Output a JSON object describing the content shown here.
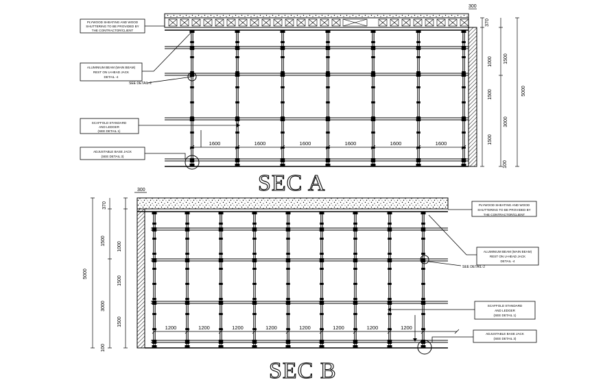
{
  "sec_a": {
    "title": "SEC A",
    "top_dim": "300",
    "spans": [
      "1600",
      "1600",
      "1600",
      "1600",
      "1600",
      "1600"
    ],
    "dims_inner": [
      "370",
      "1500",
      "1500",
      "1500",
      "100"
    ],
    "dims_mid": [
      "1000",
      "3000"
    ],
    "dims_outer": [
      "5000"
    ],
    "labels": {
      "plywood": [
        "PLYWOOD SHEATING AND WOOD",
        "SHUTTERING TO BE PROVIDED BY",
        "THE CONTRACTOR/CLIENT"
      ],
      "beam": [
        "ALUMINIUM BEAM (MAIN BEAM)",
        "REST ON U-HEAD JACK",
        "DETAIL -4"
      ],
      "see_detail": "SEE DETAIL-2",
      "scaffold": [
        "SCAFFOLD STANDARD",
        "AND LEDGER",
        "(SEE DETAIL 1)"
      ],
      "base_jack": [
        "ADJUSTABLE BASE JACK",
        "(SEE DETAIL 3)"
      ]
    }
  },
  "sec_b": {
    "title": "SEC B",
    "top_dim": "300",
    "spans": [
      "1200",
      "1200",
      "1200",
      "1200",
      "1200",
      "1200",
      "1200",
      "1200"
    ],
    "dims_inner": [
      "370",
      "1500",
      "1500",
      "1500",
      "100"
    ],
    "dims_mid": [
      "1000",
      "3000"
    ],
    "dims_outer": [
      "5000"
    ],
    "labels": {
      "plywood": [
        "PLYWOOD SHEATING AND WOOD",
        "SHUTTERING TO BE PROVIDED BY",
        "THE CONTRACTOR/CLIENT"
      ],
      "beam": [
        "ALUMINIUM BEAM (MAIN BEAM)",
        "REST ON U-HEAD JACK",
        "DETAIL -4"
      ],
      "see_detail": "SEE DETAIL-2",
      "scaffold": [
        "SCAFFOLD STANDARD",
        "AND LEDGER",
        "(SEE DETAIL 1)"
      ],
      "base_jack": [
        "ADJUSTABLE BASE JACK",
        "(SEE DETAIL 3)"
      ]
    }
  }
}
